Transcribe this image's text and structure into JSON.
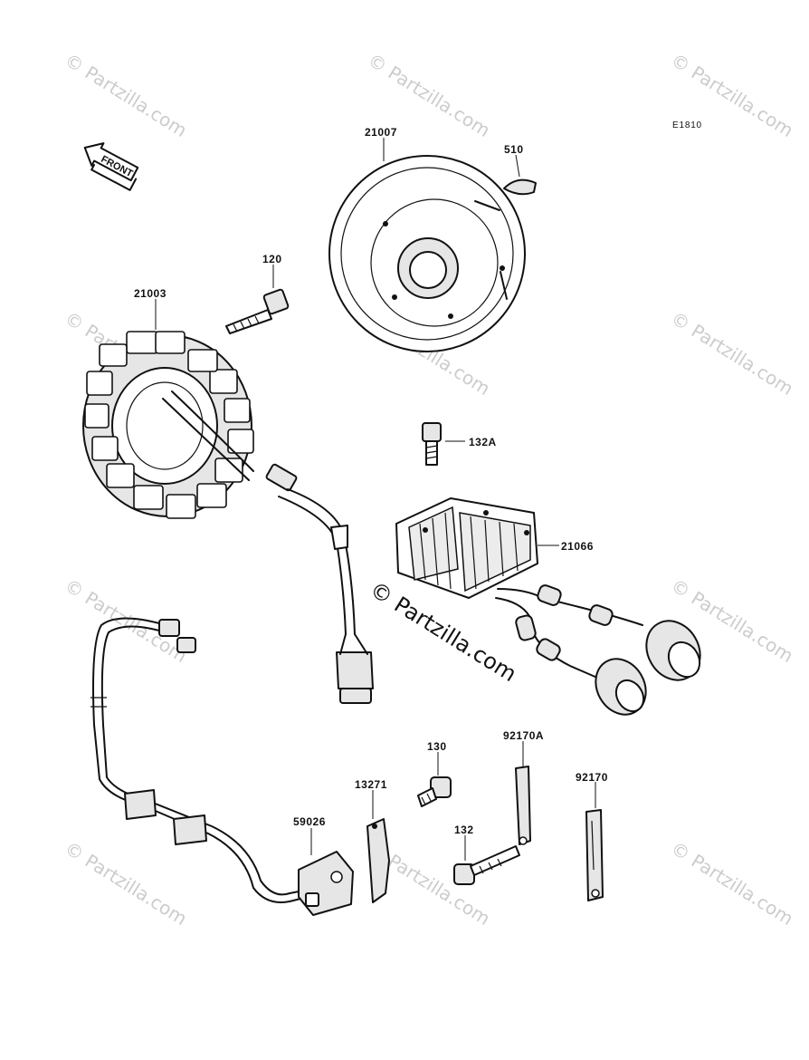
{
  "diagram_code": "E1810",
  "front_arrow": {
    "label": "FRONT"
  },
  "watermark_text": "© Partzilla.com",
  "center_watermark": "© Partzilla.com",
  "parts": {
    "flywheel": "21007",
    "key": "510",
    "bolt_120": "120",
    "stator": "21003",
    "bolt_132a": "132A",
    "regulator": "21066",
    "bolt_130": "130",
    "plate_92170a": "92170A",
    "plate_92170": "92170",
    "bracket_13271": "13271",
    "pickup_coil": "59026",
    "bolt_132": "132"
  },
  "icons": [
    "front-arrow-icon"
  ]
}
